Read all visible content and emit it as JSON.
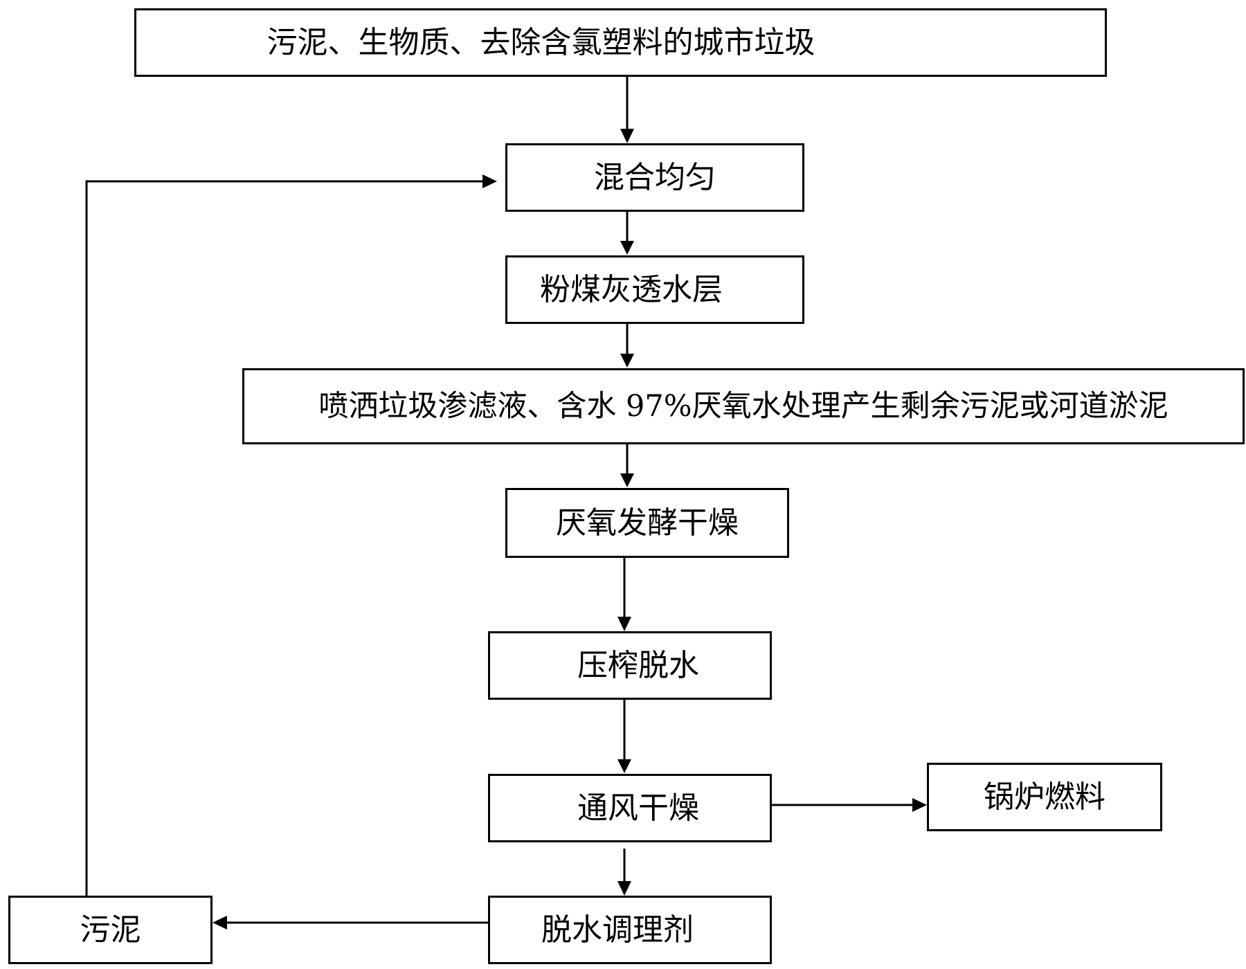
{
  "nodes": {
    "inputs": "污泥、生物质、去除含氯塑料的城市垃圾",
    "mix": "混合均匀",
    "flyash_layer": "粉煤灰透水层",
    "spray": "喷洒垃圾渗滤液、含水 97%厌氧水处理产生剩余污泥或河道淤泥",
    "anaerobic": "厌氧发酵干燥",
    "press": "压榨脱水",
    "ventilate": "通风干燥",
    "boiler_fuel": "锅炉燃料",
    "conditioner": "脱水调理剂",
    "sludge": "污泥"
  }
}
